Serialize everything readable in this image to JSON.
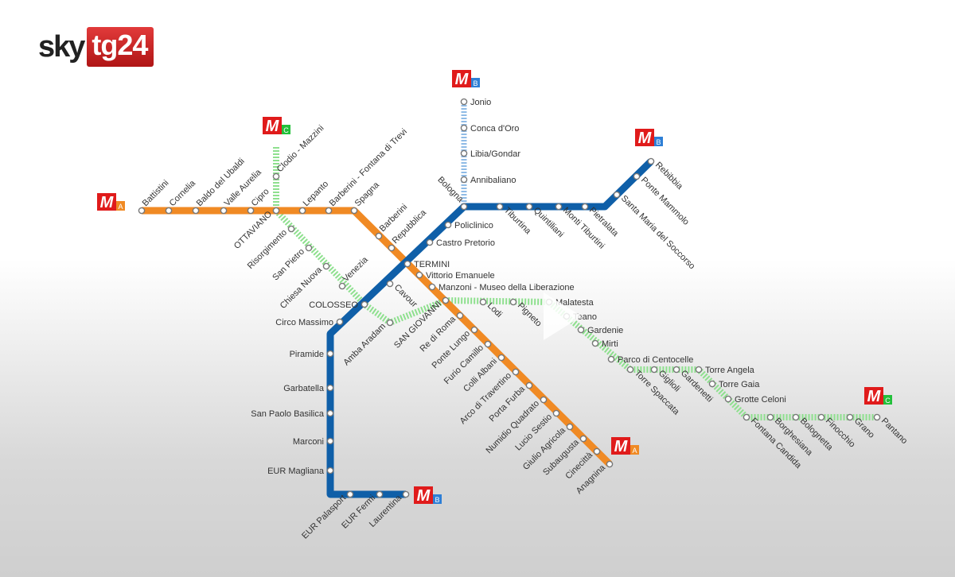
{
  "brand": {
    "sky": "sky",
    "tg": "tg24"
  },
  "colors": {
    "lineA": "#f08a24",
    "lineB": "#0f5fa8",
    "lineC": "#8ee08e",
    "metroRed": "#e01b1b"
  },
  "overlay": {
    "icon": "play-icon"
  },
  "logos": {
    "metro": "M",
    "A": "A",
    "B": "B",
    "C": "C"
  },
  "lines": {
    "A": [
      "Battistini",
      "Cornelia",
      "Baldo del Ubaldi",
      "Valle Aurelia",
      "Cipro",
      "OTTAVIANO",
      "Lepanto",
      "Barberini - Fontana di Trevi",
      "Spagna",
      "Barberini",
      "Repubblica",
      "TERMINI",
      "Vittorio Emanuele",
      "Manzoni - Museo della Liberazione",
      "SAN GIOVANNI",
      "Re di Roma",
      "Ponte Lungo",
      "Furio Camillo",
      "Colli Albani",
      "Arco di Travertino",
      "Porta Furba",
      "Numidio Quadrato",
      "Lucio Sestio",
      "Giulio Agricola",
      "Subaugusta",
      "Cinecittà",
      "Anagnina"
    ],
    "B": [
      "Rebibbia",
      "Ponte Mammolo",
      "Santa Maria del Soccorso",
      "Pietralata",
      "Monti Tiburtini",
      "Quintiliani",
      "Tiburtina",
      "Bologna",
      "Policlinico",
      "Castro Pretorio",
      "Cavour",
      "COLOSSEO",
      "Circo Massimo",
      "Piramide",
      "Garbatella",
      "San Paolo Basilica",
      "Marconi",
      "EUR Magliana",
      "EUR Palasport",
      "EUR Fermi",
      "Laurentina"
    ],
    "B1": [
      "Jonio",
      "Conca d'Oro",
      "Libia/Gondar",
      "Annibaliano"
    ],
    "C": [
      "Clodio - Mazzini",
      "Risorgimento",
      "San Pietro",
      "Chiesa Nuova",
      "Venezia",
      "Amba Aradam",
      "Lodi",
      "Pigneto",
      "Malatesta",
      "Teano",
      "Gardenie",
      "Mirti",
      "Parco di Centocelle",
      "Torre Spaccata",
      "Giglioli",
      "Gardenetti",
      "Torre Angela",
      "Torre Gaia",
      "Grotte Celoni",
      "Fontana Candida",
      "Borghesiana",
      "Bolognetta",
      "Finocchio",
      "Grano",
      "Pantano"
    ]
  }
}
